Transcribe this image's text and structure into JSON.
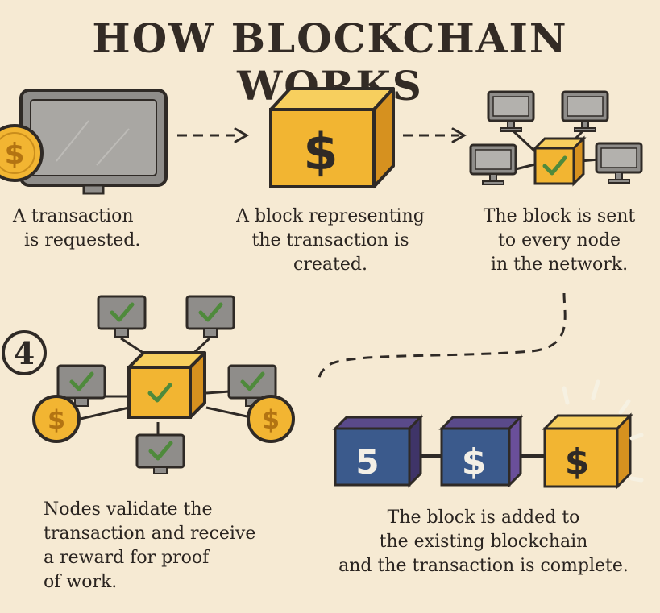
{
  "title": "HOW BLOCKCHAIN WORKS",
  "step4_number": "4",
  "steps": [
    {
      "lines": [
        "A transaction",
        "is requested."
      ]
    },
    {
      "lines": [
        "A block representing",
        "the transaction is",
        "created."
      ]
    },
    {
      "lines": [
        "The block is sent",
        "to every node",
        "in the network."
      ]
    },
    {
      "lines": [
        "Nodes validate the",
        "transaction and receive",
        "a reward for proof",
        "of work."
      ]
    },
    {
      "lines": [
        "The block is added to",
        "the existing blockchain",
        "and the transaction is complete."
      ]
    }
  ],
  "chain_blocks": [
    "5",
    "$",
    "$"
  ],
  "coin_symbol": "$",
  "colors": {
    "background": "#f6ead3",
    "block_yellow": "#f2b532",
    "block_blue": "#3b5a8c",
    "block_purple": "#5a4a8a",
    "monitor_gray": "#9c9a97",
    "check_green": "#4f8a3c",
    "outline": "#2f2a26"
  },
  "icons": [
    "computer-monitor-icon",
    "coin-icon",
    "block-cube-icon",
    "checkmark-icon",
    "arrow-icon"
  ]
}
